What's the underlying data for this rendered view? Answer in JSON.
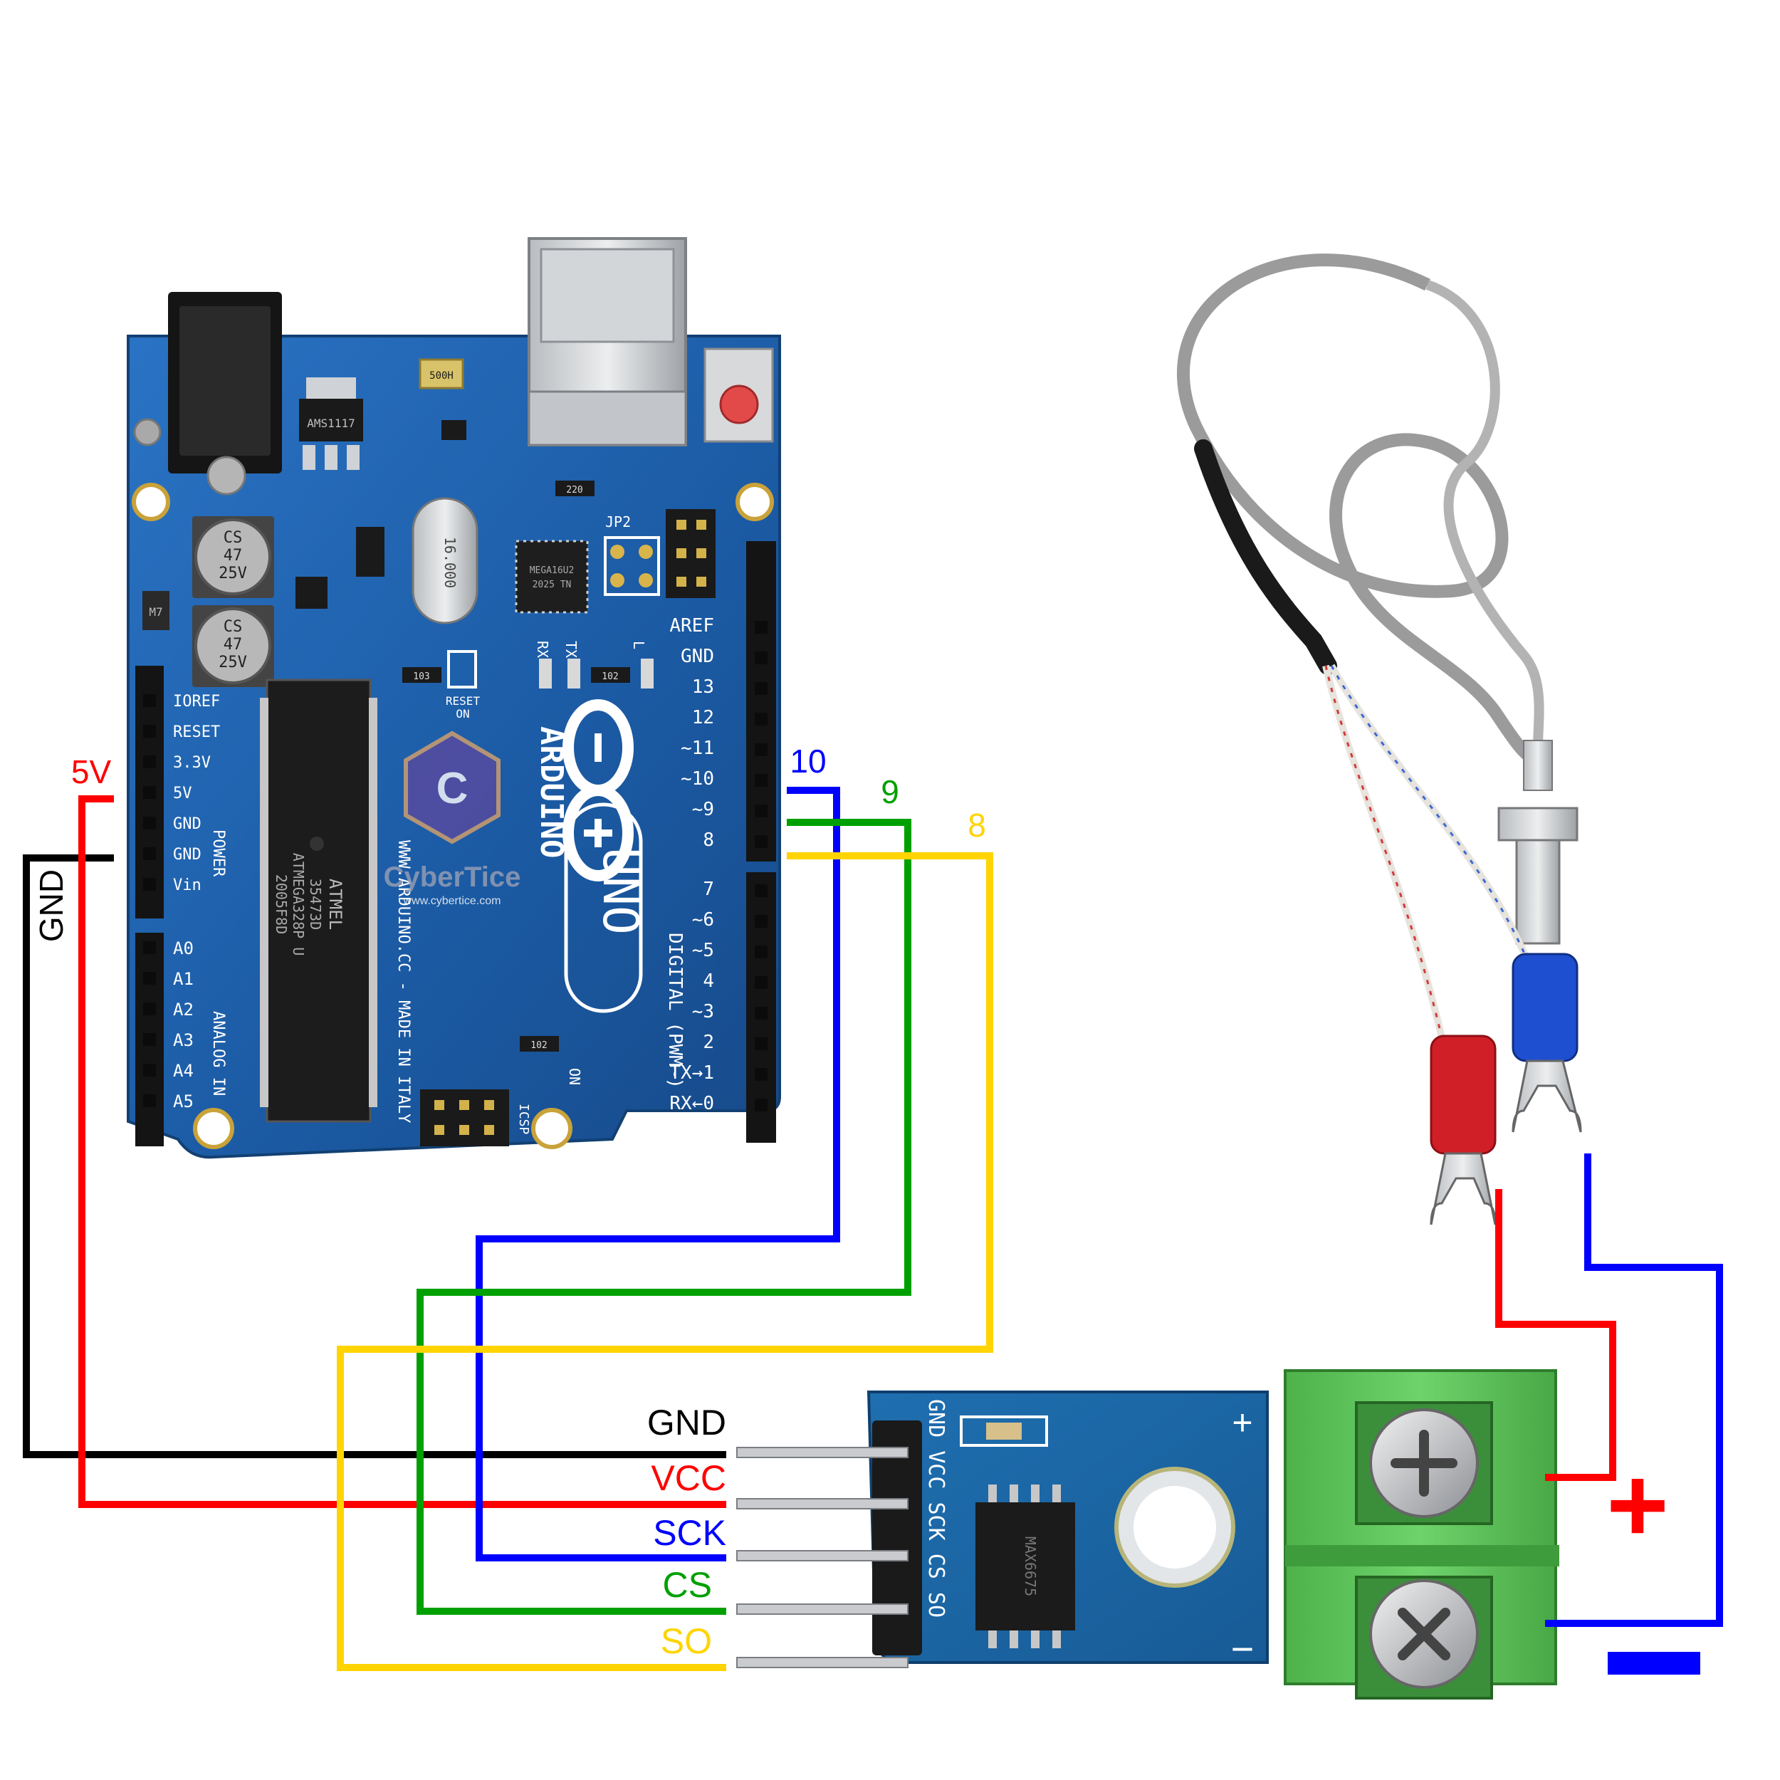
{
  "watermark": {
    "brand": "CyberTice",
    "url": "www.cybertice.com",
    "logo_letter": "C"
  },
  "arduino": {
    "brand": "ARDUINO",
    "model": "UNO",
    "made_in": "WWW.ARDUINO.CC - MADE IN ITALY",
    "chip_brand": "ATMEL",
    "chip_lines": [
      "35473D",
      "ATMEGA328P U",
      "2005F8D"
    ],
    "usb_chip_lines": [
      "MEGA16U2",
      "2025 TN"
    ],
    "crystal": "16.000",
    "regulator": "AMS1117",
    "fuse": "500H",
    "capacitor_lines": [
      "CS",
      "47",
      "25V"
    ],
    "diode": "M7",
    "resistor_codes": {
      "r1": "220",
      "r2": "103",
      "r3": "102",
      "r4": "102"
    },
    "jumper_label": "JP2",
    "icsp_label": "ICSP",
    "on_label": "ON",
    "reset_on_lines": [
      "RESET",
      "ON"
    ],
    "led_labels": {
      "rx": "RX",
      "tx": "TX",
      "l": "L"
    },
    "power_header_title": "POWER",
    "analog_header_title": "ANALOG IN",
    "power_pins": [
      "IOREF",
      "RESET",
      "3.3V",
      "5V",
      "GND",
      "GND",
      "Vin"
    ],
    "analog_pins": [
      "A0",
      "A1",
      "A2",
      "A3",
      "A4",
      "A5"
    ],
    "digital_title": "DIGITAL (PWM~)",
    "digital_pins_top": [
      "AREF",
      "GND",
      "13",
      "12",
      "~11",
      "~10",
      "~9",
      "8"
    ],
    "digital_pins_bottom": [
      "7",
      "~6",
      "~5",
      "4",
      "~3",
      "2",
      "TX→1",
      "RX←0"
    ]
  },
  "wire_labels": {
    "left_5v": "5V",
    "left_gnd": "GND",
    "pin_10": "10",
    "pin_9": "9",
    "pin_8": "8"
  },
  "module": {
    "pins": [
      "GND",
      "VCC",
      "SCK",
      "CS",
      "SO"
    ],
    "silk_labels": "GND VCC SCK CS SO",
    "chip_text": "MAX6675",
    "plus": "+",
    "minus": "−"
  },
  "thermocouple": {
    "plus_symbol": "+",
    "minus_symbol": "−"
  },
  "colors": {
    "gnd": "#000000",
    "vcc": "#ff0000",
    "sck": "#0000ff",
    "cs": "#00a000",
    "so": "#ffd400",
    "board": "#1c5ea8",
    "terminal": "#5fc55a"
  }
}
